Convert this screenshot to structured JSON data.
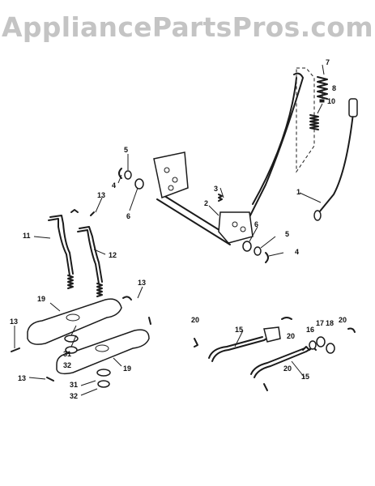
{
  "watermark": "AppliancePartsPros.com",
  "callouts": {
    "c1": "1",
    "c2": "2",
    "c3": "3",
    "c4a": "4",
    "c4b": "4",
    "c5a": "5",
    "c5b": "5",
    "c6a": "6",
    "c6b": "6",
    "c7": "7",
    "c8": "8",
    "c10": "10",
    "c11": "11",
    "c12": "12",
    "c13a": "13",
    "c13b": "13",
    "c13c": "13",
    "c13d": "13",
    "c15a": "15",
    "c15b": "15",
    "c16": "16",
    "c17": "17",
    "c18": "18",
    "c19a": "19",
    "c19b": "19",
    "c20a": "20",
    "c20b": "20",
    "c20c": "20",
    "c20d": "20",
    "c31a": "31",
    "c31b": "31",
    "c32a": "32",
    "c32b": "32"
  }
}
